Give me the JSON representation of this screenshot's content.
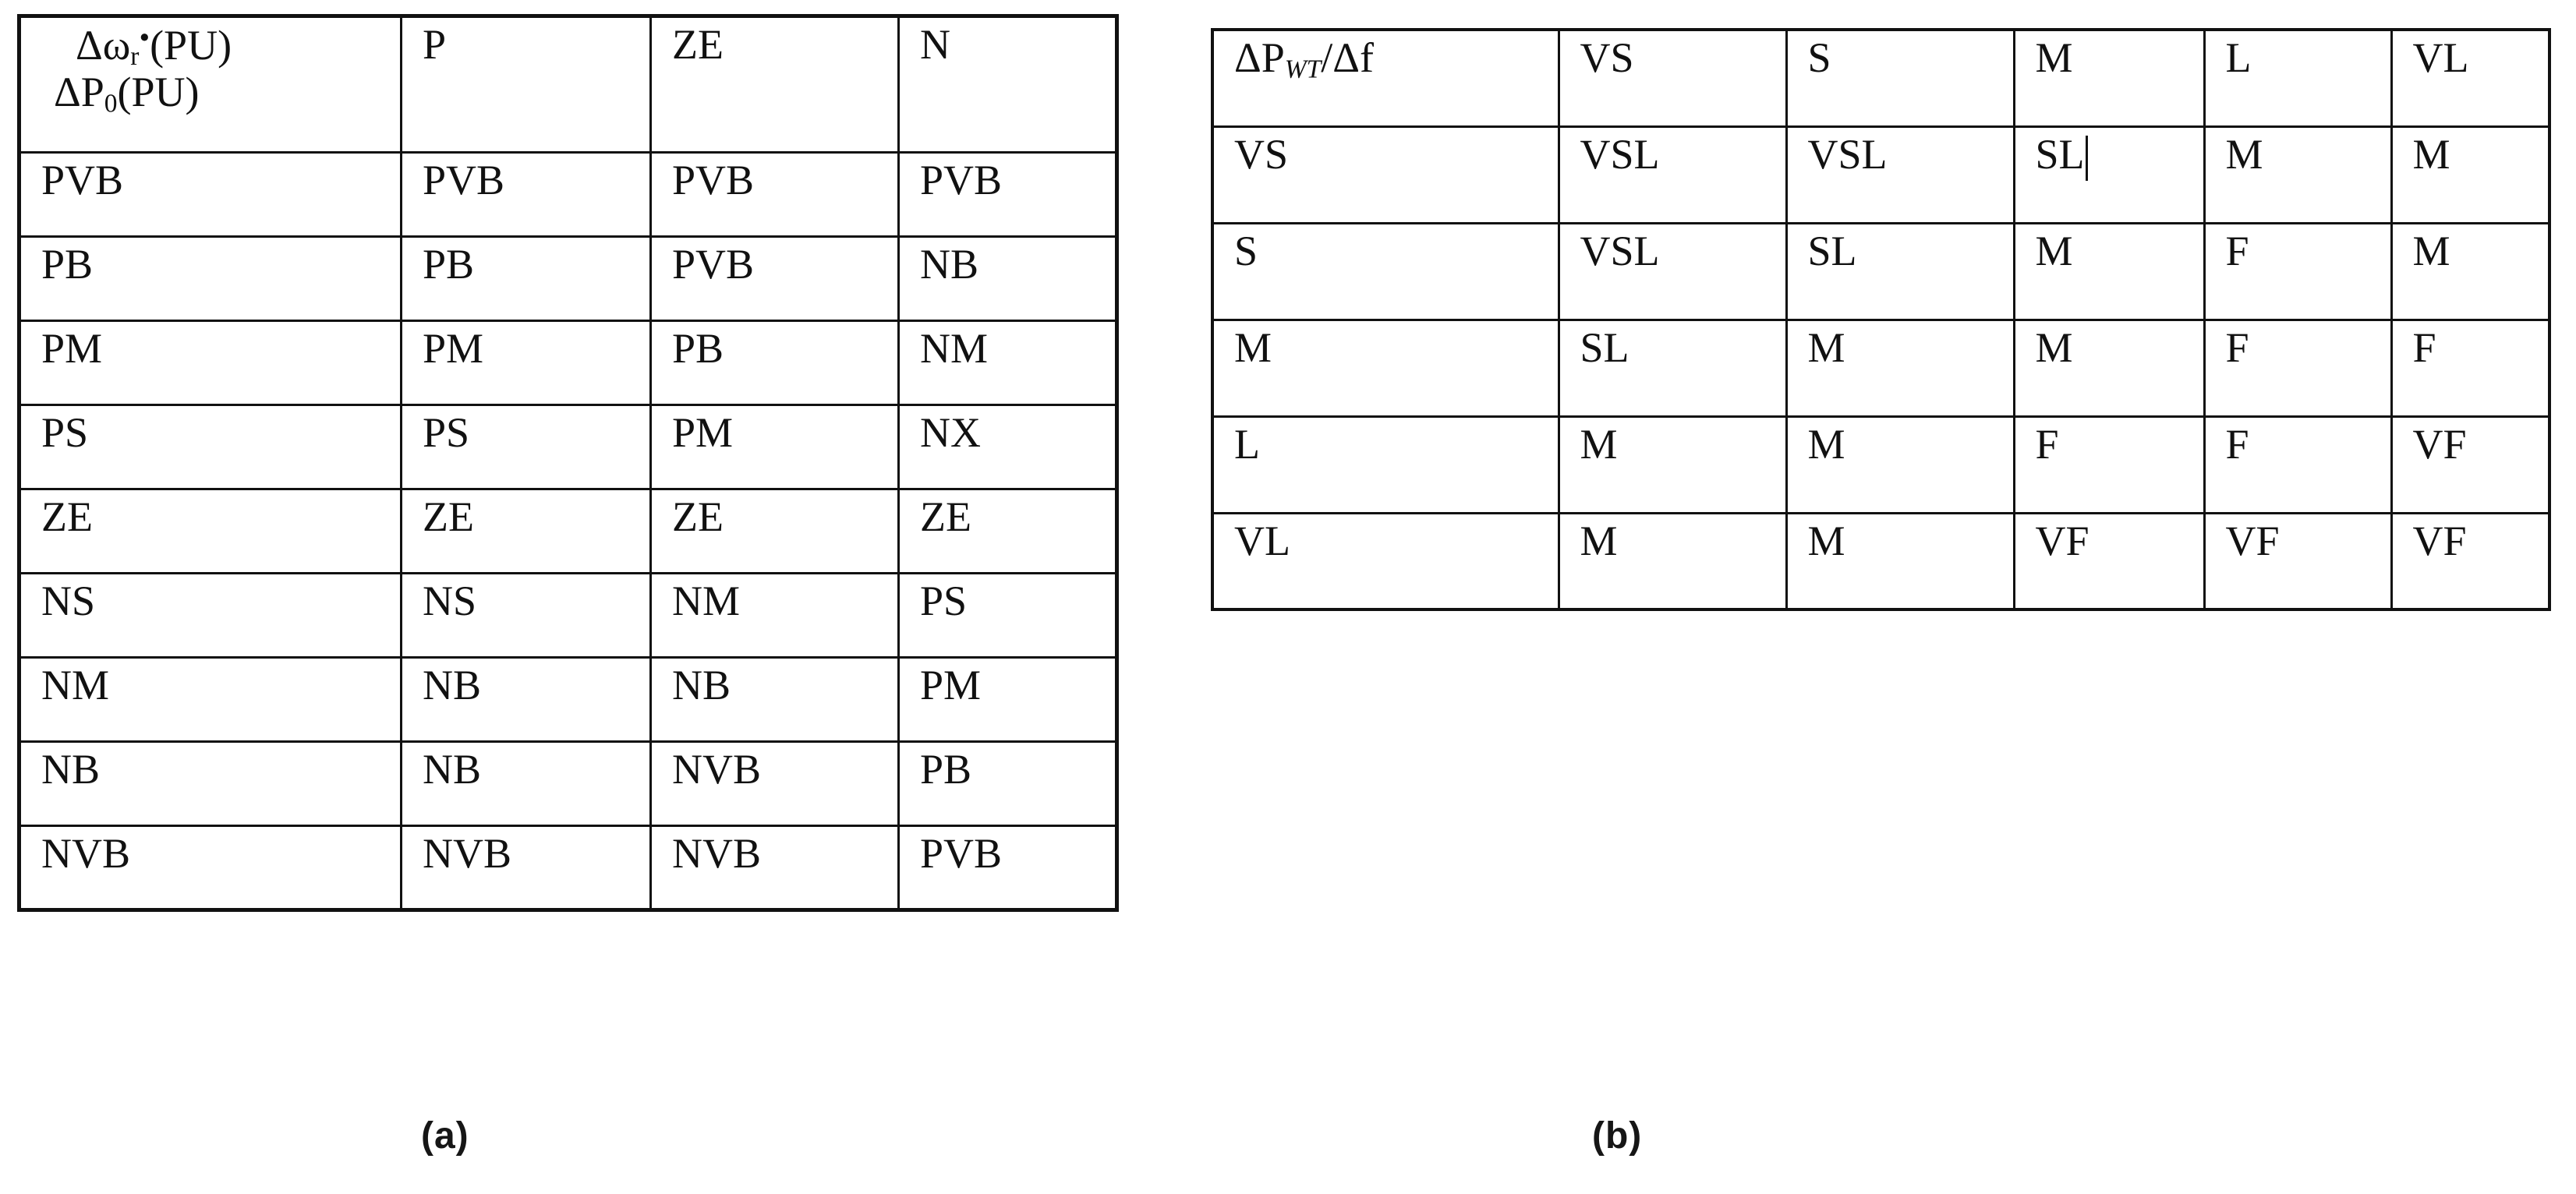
{
  "figure": {
    "caption_a": "(a)",
    "caption_b": "(b)"
  },
  "table_a": {
    "name": "fuzzy-rule-base-speed-power",
    "header": {
      "corner_line1_prefix": "Δω",
      "corner_line1_sub": "r",
      "corner_line1_star": "•",
      "corner_line1_suffix": "(PU)",
      "corner_line2_prefix": "ΔP",
      "corner_line2_sub": "0",
      "corner_line2_suffix": "(PU)",
      "col2": "P",
      "col3": "ZE",
      "col4": "N"
    },
    "rows": [
      {
        "label": "PVB",
        "cells": [
          "PVB",
          "PVB",
          "PVB"
        ]
      },
      {
        "label": "PB",
        "cells": [
          "PB",
          "PVB",
          "NB"
        ]
      },
      {
        "label": "PM",
        "cells": [
          "PM",
          "PB",
          "NM"
        ]
      },
      {
        "label": "PS",
        "cells": [
          "PS",
          "PM",
          "NX"
        ]
      },
      {
        "label": "ZE",
        "cells": [
          "ZE",
          "ZE",
          "ZE"
        ]
      },
      {
        "label": "NS",
        "cells": [
          "NS",
          "NM",
          "PS"
        ]
      },
      {
        "label": "NM",
        "cells": [
          "NB",
          "NB",
          "PM"
        ]
      },
      {
        "label": "NB",
        "cells": [
          "NB",
          "NVB",
          "PB"
        ]
      },
      {
        "label": "NVB",
        "cells": [
          "NVB",
          "NVB",
          "PVB"
        ]
      }
    ]
  },
  "table_b": {
    "name": "fuzzy-rule-base-wind-power-frequency",
    "header": {
      "corner_prefix": "ΔP",
      "corner_sub": "WT",
      "corner_suffix": "/Δf",
      "col2": "VS",
      "col3": "S",
      "col4": "M",
      "col5": "L",
      "col6": "VL"
    },
    "rows": [
      {
        "label": "VS",
        "cells": [
          "VSL",
          "VSL",
          "SL",
          "M",
          "M"
        ],
        "cursor_col": 3
      },
      {
        "label": "S",
        "cells": [
          "VSL",
          "SL",
          "M",
          "F",
          "M"
        ],
        "cursor_col": 0
      },
      {
        "label": "M",
        "cells": [
          "SL",
          "M",
          "M",
          "F",
          "F"
        ],
        "cursor_col": 0
      },
      {
        "label": "L",
        "cells": [
          "M",
          "M",
          "F",
          "F",
          "VF"
        ],
        "cursor_col": 0
      },
      {
        "label": "VL",
        "cells": [
          "M",
          "M",
          "VF",
          "VF",
          "VF"
        ],
        "cursor_col": 0
      }
    ]
  }
}
